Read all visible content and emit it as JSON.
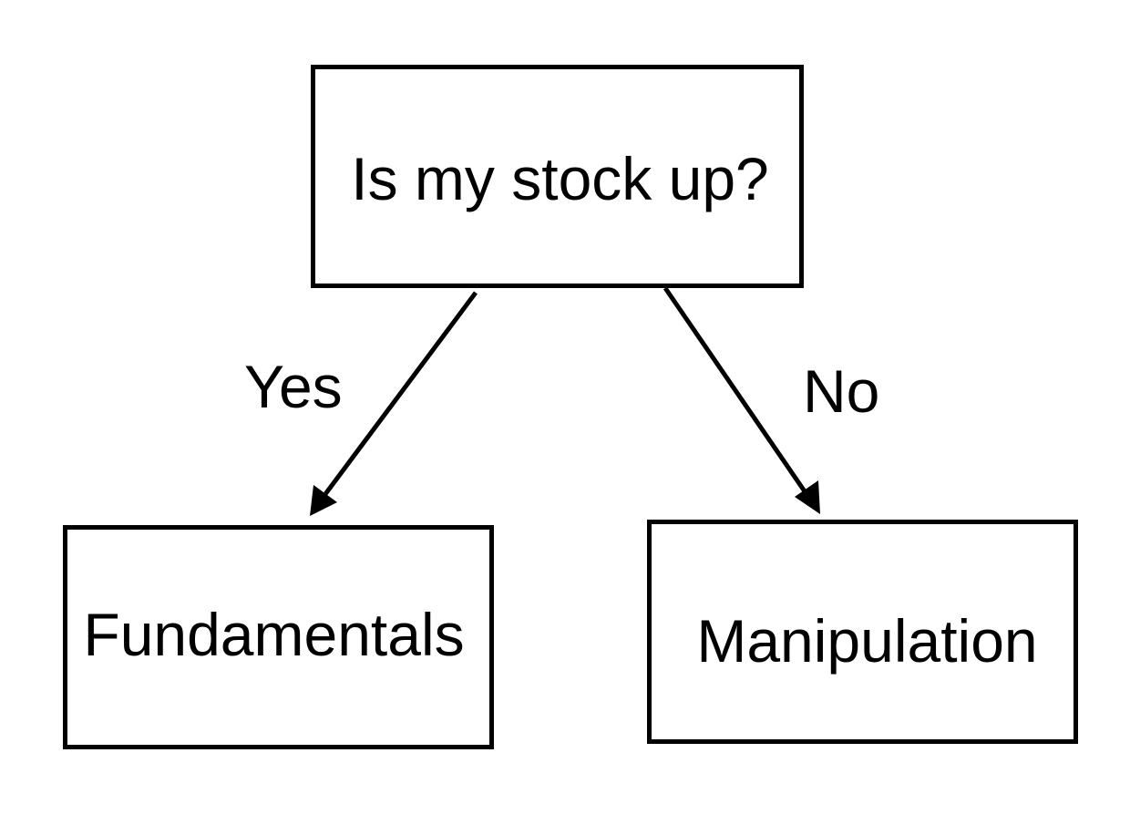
{
  "diagram": {
    "root": {
      "label": "Is my stock up?"
    },
    "branches": [
      {
        "edge_label": "Yes",
        "target_label": "Fundamentals"
      },
      {
        "edge_label": "No",
        "target_label": "Manipulation"
      }
    ],
    "colors": {
      "stroke": "#000000",
      "background": "#ffffff",
      "text": "#000000"
    }
  }
}
